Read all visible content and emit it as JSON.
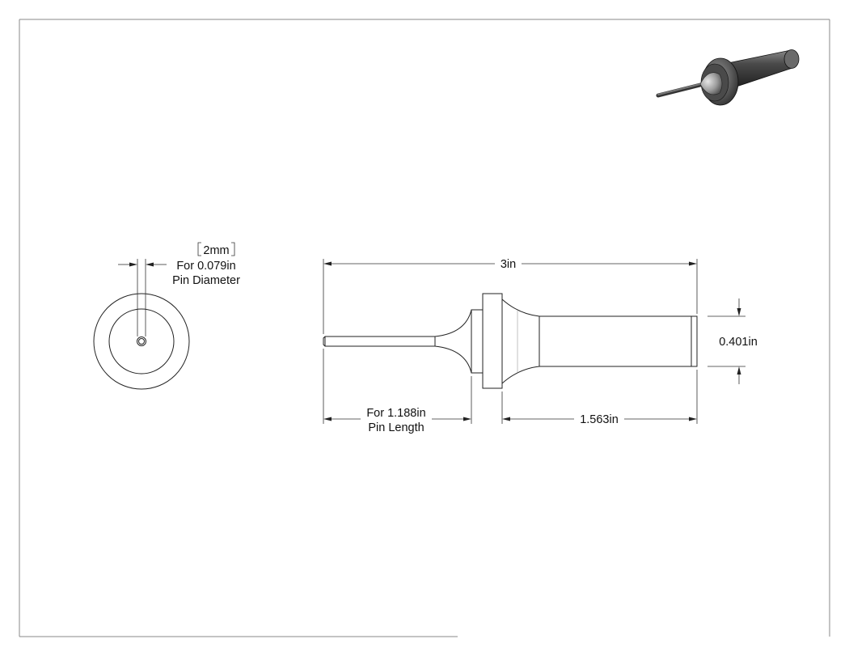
{
  "front_view": {
    "metric_label": "2mm",
    "diameter_label_line1": "For 0.079in",
    "diameter_label_line2": "Pin Diameter"
  },
  "side_view": {
    "overall_length_label": "3in",
    "shank_diameter_label": "0.401in",
    "pin_length_line1": "For 1.188in",
    "pin_length_line2": "Pin Length",
    "shank_length_label": "1.563in"
  }
}
